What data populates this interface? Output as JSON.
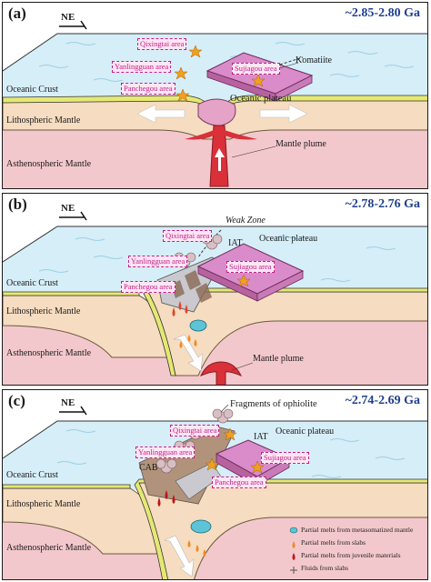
{
  "panels": [
    {
      "label": "(a)",
      "age": "~2.85-2.80 Ga",
      "ne": "NE",
      "areas": [
        "Qixingtai area",
        "Yanlingguan area",
        "Panchegou area",
        "Sujiagou area"
      ],
      "texts": {
        "komatiite": "Komatiite",
        "oceanic_plateau": "Oceanic plateau",
        "oceanic_crust": "Oceanic Crust",
        "lithospheric_mantle": "Lithospheric Mantle",
        "asthenospheric_mantle": "Asthenospheric Mantle",
        "mantle_plume": "Mantle plume"
      }
    },
    {
      "label": "(b)",
      "age": "~2.78-2.76 Ga",
      "ne": "NE",
      "areas": [
        "Qixingtai area",
        "Yanlingguan area",
        "Panchegou area",
        "Sujiagou area"
      ],
      "texts": {
        "weak_zone": "Weak Zone",
        "iat": "IAT",
        "oceanic_plateau": "Oceanic plateau",
        "oceanic_crust": "Oceanic Crust",
        "lithospheric_mantle": "Lithospheric Mantle",
        "asthenospheric_mantle": "Asthenospheric Mantle",
        "mantle_plume": "Mantle plume"
      }
    },
    {
      "label": "(c)",
      "age": "~2.74-2.69 Ga",
      "ne": "NE",
      "areas": [
        "Qixingtai area",
        "Yanlingguan area",
        "Panchegou area",
        "Sujiagou area"
      ],
      "texts": {
        "fragments": "Fragments of ophiolite",
        "iat": "IAT",
        "oceanic_plateau": "Oceanic plateau",
        "cab": "CAB",
        "oceanic_crust": "Oceanic Crust",
        "lithospheric_mantle": "Lithospheric Mantle",
        "asthenospheric_mantle": "Asthenospheric Mantle"
      },
      "legend": [
        "Partial melts from metasomatized mantle",
        "Partial melts from slabs",
        "Partial melts from juvenile materials",
        "Fluids from slabs"
      ]
    }
  ],
  "colors": {
    "ocean": "#d6eef8",
    "crust": "#e5e873",
    "lithosphere": "#f6dcc0",
    "asthenosphere": "#f3c8cc",
    "plateau": "#d98cc9",
    "plume": "#d9303a",
    "area_text": "#c0208a",
    "age_text": "#1f3f8f"
  }
}
